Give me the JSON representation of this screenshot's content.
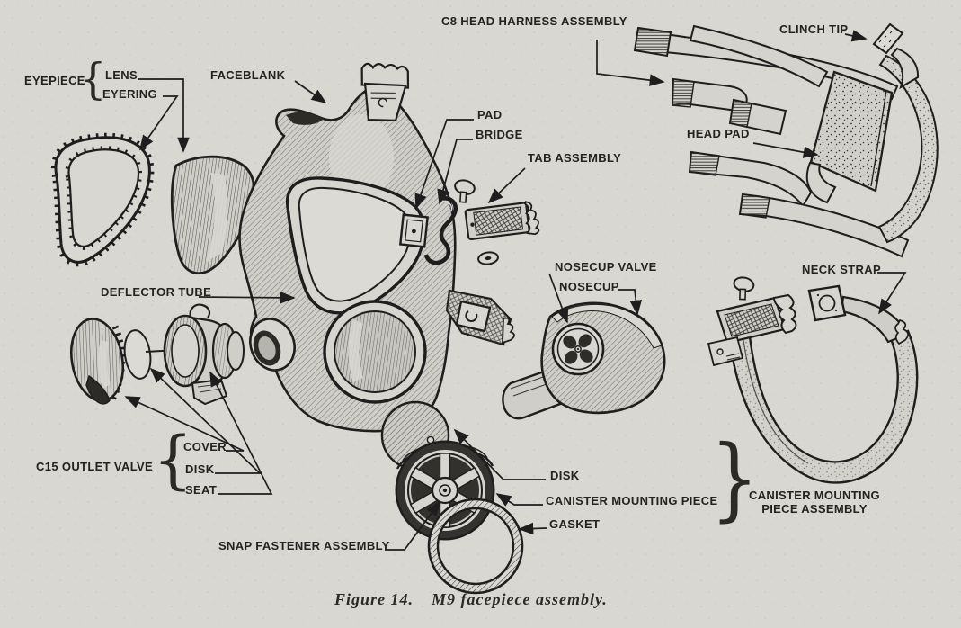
{
  "figure": {
    "caption_prefix": "Figure 14.",
    "caption_text": "M9 facepiece assembly."
  },
  "colors": {
    "paper": "#d8d7d2",
    "ink": "#1e1e1e"
  },
  "glyphs": {
    "brace_left_eyepiece": "{",
    "brace_left_outlet": "{",
    "brace_right_canister": "}"
  },
  "labels": {
    "eyepiece": "EYEPIECE",
    "lens": "LENS",
    "eyering": "EYERING",
    "faceblank": "FACEBLANK",
    "pad": "PAD",
    "bridge": "BRIDGE",
    "tab_assembly": "TAB ASSEMBLY",
    "c8_head_harness_assembly": "C8 HEAD HARNESS ASSEMBLY",
    "clinch_tip": "CLINCH TIP",
    "head_pad": "HEAD PAD",
    "neck_strap": "NECK STRAP",
    "nosecup_valve": "NOSECUP VALVE",
    "nosecup": "NOSECUP",
    "deflector_tube": "DEFLECTOR TUBE",
    "c15_outlet_valve": "C15 OUTLET VALVE",
    "cover": "COVER",
    "disk_outlet": "DISK",
    "seat": "SEAT",
    "disk_canister": "DISK",
    "canister_mounting_piece": "CANISTER MOUNTING PIECE",
    "gasket": "GASKET",
    "snap_fastener_assembly": "SNAP FASTENER ASSEMBLY",
    "canister_mounting_piece_assembly_line1": "CANISTER MOUNTING",
    "canister_mounting_piece_assembly_line2": "PIECE ASSEMBLY"
  }
}
